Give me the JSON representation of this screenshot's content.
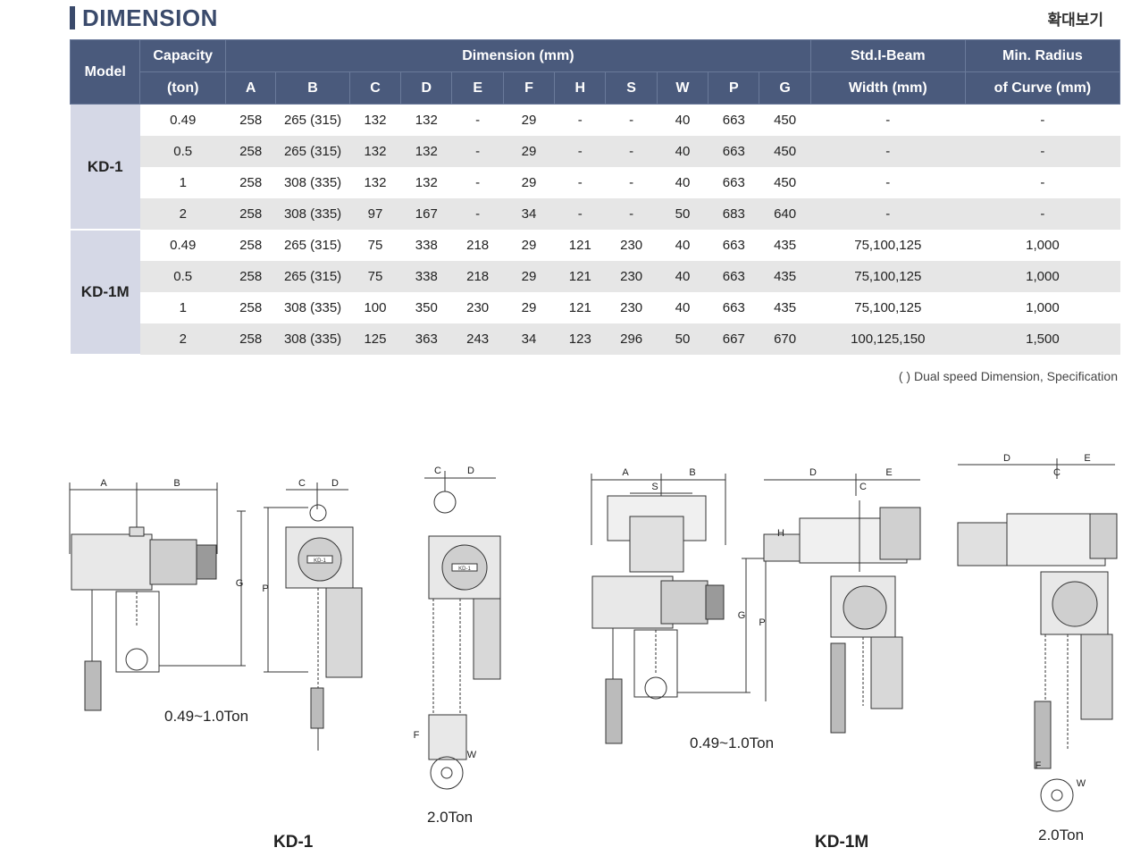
{
  "header": {
    "title": "DIMENSION",
    "zoom_label": "확대보기"
  },
  "table": {
    "headers": {
      "model": "Model",
      "capacity_line1": "Capacity",
      "capacity_line2": "(ton)",
      "dimension": "Dimension (mm)",
      "beam_line1": "Std.I-Beam",
      "beam_line2": "Width (mm)",
      "radius_line1": "Min. Radius",
      "radius_line2": "of Curve (mm)",
      "dims": [
        "A",
        "B",
        "C",
        "D",
        "E",
        "F",
        "H",
        "S",
        "W",
        "P",
        "G"
      ]
    },
    "groups": [
      {
        "model": "KD-1",
        "rows": [
          [
            "0.49",
            "258",
            "265 (315)",
            "132",
            "132",
            "-",
            "29",
            "-",
            "-",
            "40",
            "663",
            "450",
            "-",
            "-"
          ],
          [
            "0.5",
            "258",
            "265 (315)",
            "132",
            "132",
            "-",
            "29",
            "-",
            "-",
            "40",
            "663",
            "450",
            "-",
            "-"
          ],
          [
            "1",
            "258",
            "308 (335)",
            "132",
            "132",
            "-",
            "29",
            "-",
            "-",
            "40",
            "663",
            "450",
            "-",
            "-"
          ],
          [
            "2",
            "258",
            "308 (335)",
            "97",
            "167",
            "-",
            "34",
            "-",
            "-",
            "50",
            "683",
            "640",
            "-",
            "-"
          ]
        ]
      },
      {
        "model": "KD-1M",
        "rows": [
          [
            "0.49",
            "258",
            "265 (315)",
            "75",
            "338",
            "218",
            "29",
            "121",
            "230",
            "40",
            "663",
            "435",
            "75,100,125",
            "1,000"
          ],
          [
            "0.5",
            "258",
            "265 (315)",
            "75",
            "338",
            "218",
            "29",
            "121",
            "230",
            "40",
            "663",
            "435",
            "75,100,125",
            "1,000"
          ],
          [
            "1",
            "258",
            "308 (335)",
            "100",
            "350",
            "230",
            "29",
            "121",
            "230",
            "40",
            "663",
            "435",
            "75,100,125",
            "1,000"
          ],
          [
            "2",
            "258",
            "308 (335)",
            "125",
            "363",
            "243",
            "34",
            "123",
            "296",
            "50",
            "667",
            "670",
            "100,125,150",
            "1,500"
          ]
        ]
      }
    ],
    "footnote": "( ) Dual speed Dimension, Specification"
  },
  "drawings": {
    "captions": {
      "kd1_small": "0.49~1.0Ton",
      "kd1_large": "2.0Ton",
      "kd1_model": "KD-1",
      "kd1m_small": "0.49~1.0Ton",
      "kd1m_large": "2.0Ton",
      "kd1m_model": "KD-1M"
    },
    "dim_labels": {
      "a": "A",
      "b": "B",
      "c": "C",
      "d": "D",
      "e": "E",
      "f": "F",
      "g": "G",
      "p": "P",
      "s": "S",
      "h": "H",
      "w": "W"
    },
    "hoist_badge": "KD-1"
  }
}
